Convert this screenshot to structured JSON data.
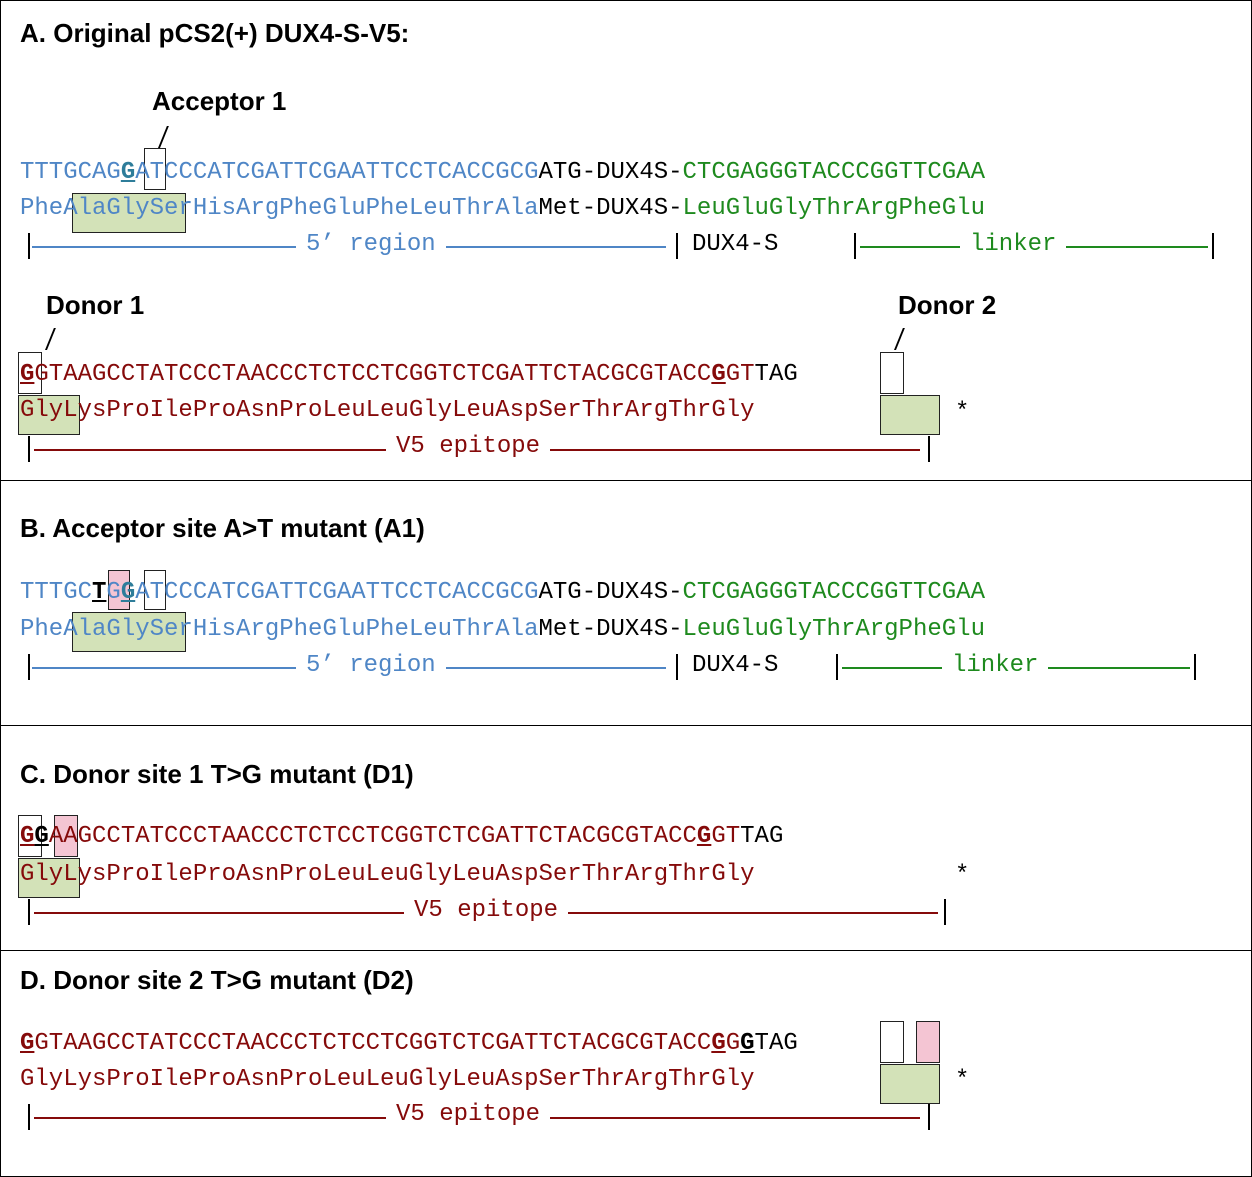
{
  "panels": {
    "a": {
      "title": "A. Original pCS2(+) DUX4-S-V5:",
      "acceptor_label": "Acceptor 1",
      "donor1_label": "Donor 1",
      "donor2_label": "Donor 2",
      "nt": {
        "blue_pre": "TTTGCAG",
        "acc": "G",
        "blue_post": "ATCCCATCGATTCGAATTCCTCACCGCG",
        "black": "ATG-DUX4S-",
        "green": "CTCGAGGGTACCCGGTTCGAA"
      },
      "aa": {
        "blue": "PheAlaGlySerHisArgPheGluPheLeuThrAla",
        "black": "Met-DUX4S-",
        "green": "LeuGluGlyThrArgPheGlu"
      },
      "regions": {
        "r5": "5’ region",
        "dux": "DUX4-S",
        "linker": "linker"
      },
      "v5nt": {
        "d1": "G",
        "mid": "GTAAGCCTATCCCTAACCCTCTCCTCGGTCTCGATTCTACGCGTACC",
        "d2": "G",
        "end_red": "GT",
        "end_black": "TAG"
      },
      "v5aa": "GlyLysProIleProAsnProLeuLeuGlyLeuAspSerThrArgThrGly",
      "stop": "*",
      "v5label": "V5 epitope"
    },
    "b": {
      "title": "B. Acceptor site A>T mutant (A1)",
      "nt": {
        "pre": "TTTGC",
        "mut": "T",
        "mid": "G",
        "acc": "G",
        "post": "ATCCCATCGATTCGAATTCCTCACCGCG",
        "black": "ATG-DUX4S-",
        "green": "CTCGAGGGTACCCGGTTCGAA"
      },
      "aa": {
        "blue": "PheAlaGlySerHisArgPheGluPheLeuThrAla",
        "black": "Met-DUX4S-",
        "green": "LeuGluGlyThrArgPheGlu"
      },
      "regions": {
        "r5": "5’ region",
        "dux": "DUX4-S",
        "linker": "linker"
      }
    },
    "c": {
      "title": "C. Donor site 1 T>G mutant (D1)",
      "nt": {
        "d1": "G",
        "mut": "G",
        "mid": "AAGCCTATCCCTAACCCTCTCCTCGGTCTCGATTCTACGCGTACC",
        "d2": "G",
        "end_red": "GT",
        "end_black": "TAG"
      },
      "aa": "GlyLysProIleProAsnProLeuLeuGlyLeuAspSerThrArgThrGly",
      "stop": "*",
      "v5label": "V5 epitope"
    },
    "d": {
      "title": "D. Donor site 2 T>G mutant (D2)",
      "nt": {
        "d1": "G",
        "mid": "GTAAGCCTATCCCTAACCCTCTCCTCGGTCTCGATTCTACGCGTACC",
        "d2": "G",
        "mut_pre": "G",
        "mut": "G",
        "end_black": "TAG"
      },
      "aa": "GlyLysProIleProAsnProLeuLeuGlyLeuAspSerThrArgThrGly",
      "stop": "*",
      "v5label": "V5 epitope"
    }
  },
  "colors": {
    "blue": "#4f86c6",
    "green": "#1e8a1e",
    "red": "#850a0a",
    "shade": "#d3e2b8",
    "pink": "#f4c5d3"
  }
}
